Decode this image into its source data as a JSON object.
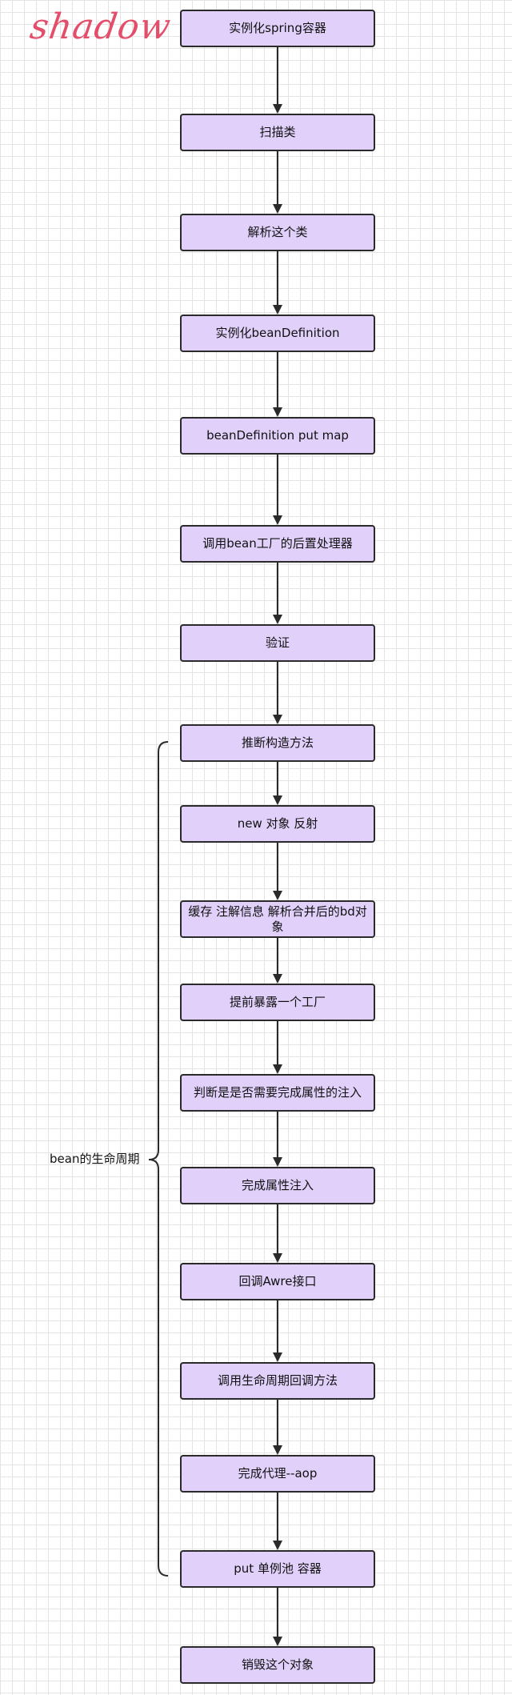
{
  "logo": "shadow",
  "brace_label": "bean的生命周期",
  "nodes": [
    {
      "id": "instantiate-spring-container",
      "label": "实例化spring容器"
    },
    {
      "id": "scan-classes",
      "label": "扫描类"
    },
    {
      "id": "parse-class",
      "label": "解析这个类"
    },
    {
      "id": "instantiate-bean-definition",
      "label": "实例化beanDefinition"
    },
    {
      "id": "bean-definition-put-map",
      "label": "beanDefinition put map"
    },
    {
      "id": "invoke-bean-factory-post-processors",
      "label": "调用bean工厂的后置处理器"
    },
    {
      "id": "validate",
      "label": "验证"
    },
    {
      "id": "infer-constructor",
      "label": "推断构造方法"
    },
    {
      "id": "new-object-reflection",
      "label": "new 对象 反射"
    },
    {
      "id": "cache-annotation-info",
      "label": "缓存 注解信息 解析合并后的bd对象"
    },
    {
      "id": "expose-factory-early",
      "label": "提前暴露一个工厂"
    },
    {
      "id": "check-property-injection",
      "label": "判断是是否需要完成属性的注入"
    },
    {
      "id": "complete-property-injection",
      "label": "完成属性注入"
    },
    {
      "id": "callback-aware-interfaces",
      "label": "回调Awre接口"
    },
    {
      "id": "invoke-lifecycle-callbacks",
      "label": "调用生命周期回调方法"
    },
    {
      "id": "complete-proxy-aop",
      "label": "完成代理--aop"
    },
    {
      "id": "put-singleton-pool",
      "label": "put 单例池 容器"
    },
    {
      "id": "destroy-object",
      "label": "销毁这个对象"
    }
  ]
}
